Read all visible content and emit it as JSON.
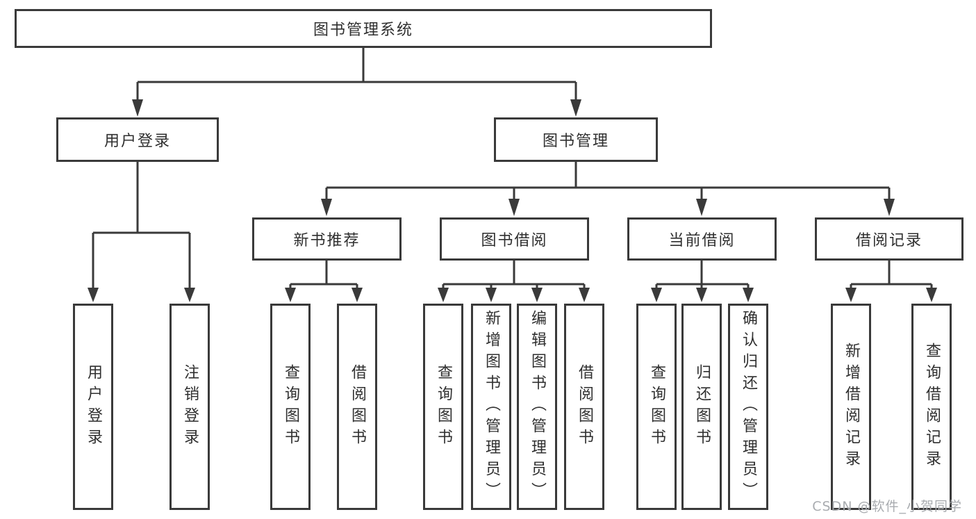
{
  "watermark": "CSDN @软件_小贺同学",
  "nodes": {
    "root": "图书管理系统",
    "user_login": "用户登录",
    "book_management": "图书管理",
    "new_book_recommend": "新书推荐",
    "book_borrow": "图书借阅",
    "current_borrow": "当前借阅",
    "borrow_records": "借阅记录",
    "login": "用户登录",
    "logout": "注销登录",
    "nb_query_books": "查询图书",
    "nb_borrow_books": "借阅图书",
    "bb_query_books": "查询图书",
    "bb_add_books": "新增图书（管理员）",
    "bb_edit_books": "编辑图书（管理员）",
    "bb_borrow_books": "借阅图书",
    "cb_query_books": "查询图书",
    "cb_return_books": "归还图书",
    "cb_confirm_return": "确认归还（管理员）",
    "br_add_record": "新增借阅记录",
    "br_query_record": "查询借阅记录"
  }
}
